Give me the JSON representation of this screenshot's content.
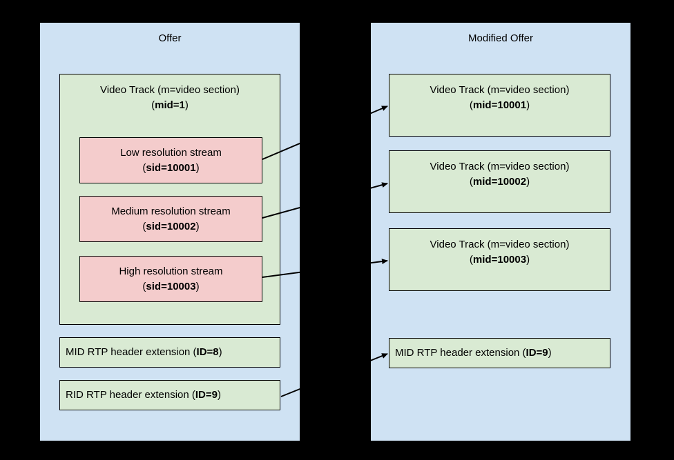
{
  "colors": {
    "background": "#000000",
    "panel": "#cfe2f3",
    "track_fill": "#d9ead3",
    "stream_fill": "#f4cccc",
    "border": "#000000",
    "arrow": "#000000"
  },
  "offer": {
    "title": "Offer",
    "video_track": {
      "line1": "Video Track (m=video section)",
      "line2_pre": "(",
      "line2_bold": "mid=1",
      "line2_post": ")"
    },
    "streams": [
      {
        "line1": "Low resolution stream",
        "line2_pre": "(",
        "line2_bold": "sid=10001",
        "line2_post": ")"
      },
      {
        "line1": "Medium resolution stream",
        "line2_pre": "(",
        "line2_bold": "sid=10002",
        "line2_post": ")"
      },
      {
        "line1": "High resolution stream",
        "line2_pre": "(",
        "line2_bold": "sid=10003",
        "line2_post": ")"
      }
    ],
    "extensions": [
      {
        "pre": "MID RTP header extension (",
        "bold": "ID=8",
        "post": ")"
      },
      {
        "pre": "RID RTP header extension (",
        "bold": "ID=9",
        "post": ")"
      }
    ]
  },
  "modified_offer": {
    "title": "Modified Offer",
    "tracks": [
      {
        "line1": "Video Track (m=video section)",
        "line2_pre": "(",
        "line2_bold": "mid=10001",
        "line2_post": ")"
      },
      {
        "line1": "Video Track (m=video section)",
        "line2_pre": "(",
        "line2_bold": "mid=10002",
        "line2_post": ")"
      },
      {
        "line1": "Video Track (m=video section)",
        "line2_pre": "(",
        "line2_bold": "mid=10003",
        "line2_post": ")"
      }
    ],
    "extension": {
      "pre": "MID RTP header extension (",
      "bold": "ID=9",
      "post": ")"
    }
  }
}
